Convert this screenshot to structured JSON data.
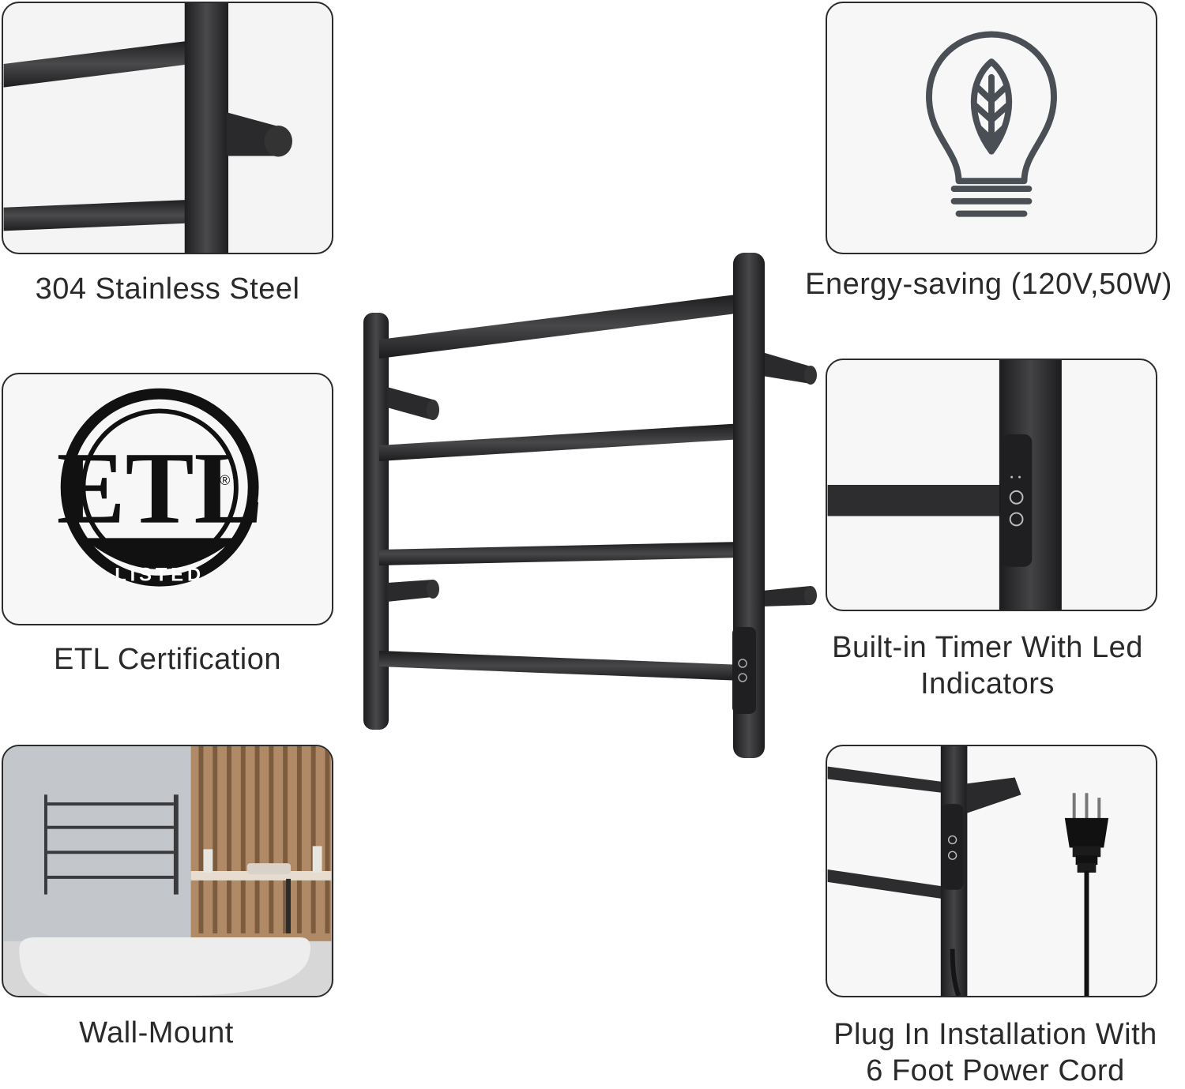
{
  "features": [
    {
      "id": "steel",
      "caption": "304 Stainless Steel"
    },
    {
      "id": "energy",
      "caption": "Energy-saving (120V,50W)"
    },
    {
      "id": "etl",
      "caption": "ETL Certification",
      "logo_text": "ETL",
      "logo_sub": "LISTED",
      "logo_mark": "®"
    },
    {
      "id": "timer",
      "caption_line1": "Built-in Timer With Led",
      "caption_line2": "Indicators"
    },
    {
      "id": "wall",
      "caption": "Wall-Mount"
    },
    {
      "id": "plug",
      "caption_line1": "Plug In Installation With",
      "caption_line2": "6 Foot Power Cord"
    }
  ],
  "colors": {
    "rack": "#2e2e30",
    "border": "#2b2b2b",
    "icon": "#4a4f55",
    "panel_bg": "#f7f7f7"
  },
  "icons": [
    "leaf-bulb-icon",
    "etl-logo",
    "power-plug-icon"
  ]
}
